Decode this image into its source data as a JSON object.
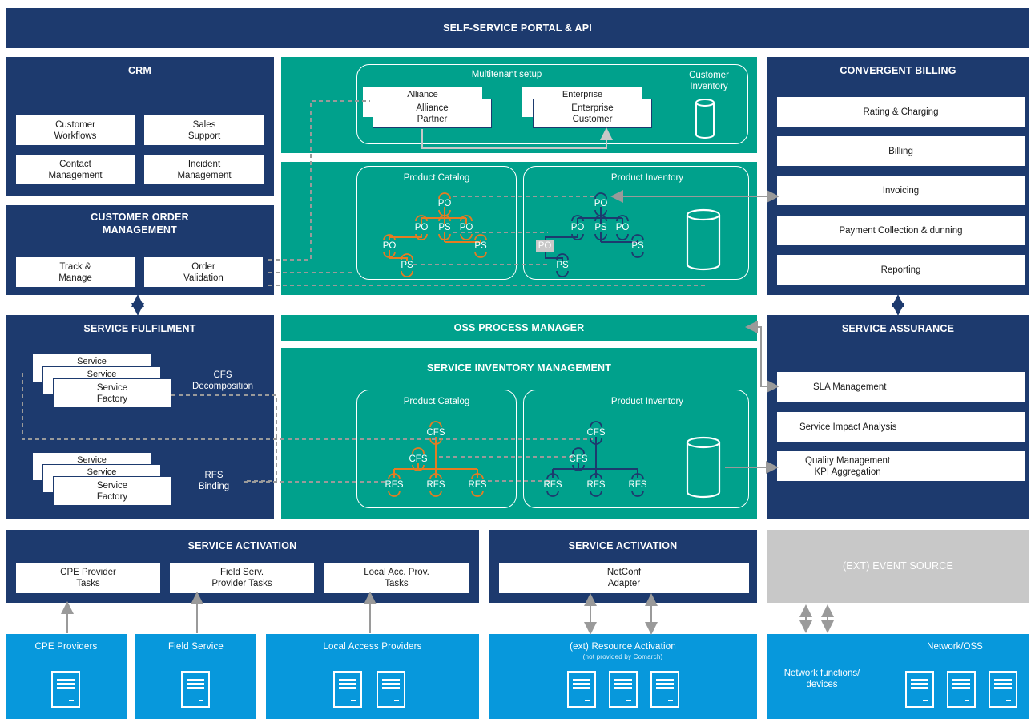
{
  "portal": {
    "title": "SELF-SERVICE PORTAL & API"
  },
  "crm": {
    "title": "CRM",
    "items": [
      "Customer\nWorkflows",
      "Sales\nSupport",
      "Contact\nManagement",
      "Incident\nManagement"
    ]
  },
  "com": {
    "title": "CUSTOMER ORDER\nMANAGEMENT",
    "items": [
      "Track &\nManage",
      "Order\nValidation"
    ]
  },
  "multitenant": {
    "title": "Multitenant setup",
    "alliance_back": "Alliance",
    "alliance_front": "Alliance\nPartner",
    "enterprise_back": "Enterprise",
    "enterprise_front": "Enterprise\nCustomer",
    "customer_inventory": "Customer\nInventory"
  },
  "product_panel": {
    "catalog_title": "Product Catalog",
    "inventory_title": "Product Inventory",
    "nodes": {
      "po": "PO",
      "ps": "PS"
    }
  },
  "billing": {
    "title": "CONVERGENT BILLING",
    "items": [
      "Rating & Charging",
      "Billing",
      "Invoicing",
      "Payment Collection & dunning",
      "Reporting"
    ]
  },
  "fulfilment": {
    "title": "SERVICE FULFILMENT",
    "stack_back": "Service",
    "stack_front": "Service\nFactory",
    "cfs_label": "CFS\nDecomposition",
    "rfs_label": "RFS\nBinding"
  },
  "oss": {
    "title": "OSS PROCESS MANAGER"
  },
  "sim": {
    "title": "SERVICE INVENTORY MANAGEMENT",
    "catalog_title": "Product Catalog",
    "inventory_title": "Product Inventory",
    "nodes": {
      "cfs": "CFS",
      "rfs": "RFS"
    }
  },
  "assurance": {
    "title": "SERVICE ASSURANCE",
    "items": [
      "SLA Management",
      "Service Impact Analysis",
      "Quality Management\nKPI Aggregation"
    ]
  },
  "activation1": {
    "title": "SERVICE ACTIVATION",
    "items": [
      "CPE Provider\nTasks",
      "Field Serv.\nProvider Tasks",
      "Local Acc. Prov.\nTasks"
    ]
  },
  "activation2": {
    "title": "SERVICE ACTIVATION",
    "items": [
      "NetConf\nAdapter"
    ]
  },
  "event": {
    "title": "(EXT) EVENT SOURCE"
  },
  "bottom": {
    "cpe": "CPE Providers",
    "field": "Field Service",
    "local": "Local Access Providers",
    "resource": "(ext) Resource Activation",
    "resource_note": "(not provided by Comarch)",
    "network": "Network/OSS",
    "network_functions": "Network functions/\ndevices"
  },
  "colors": {
    "navy": "#1d3a6e",
    "teal": "#00a18c",
    "blue": "#0798dc",
    "grey": "#c8c8c8",
    "orange": "#e57c22"
  }
}
